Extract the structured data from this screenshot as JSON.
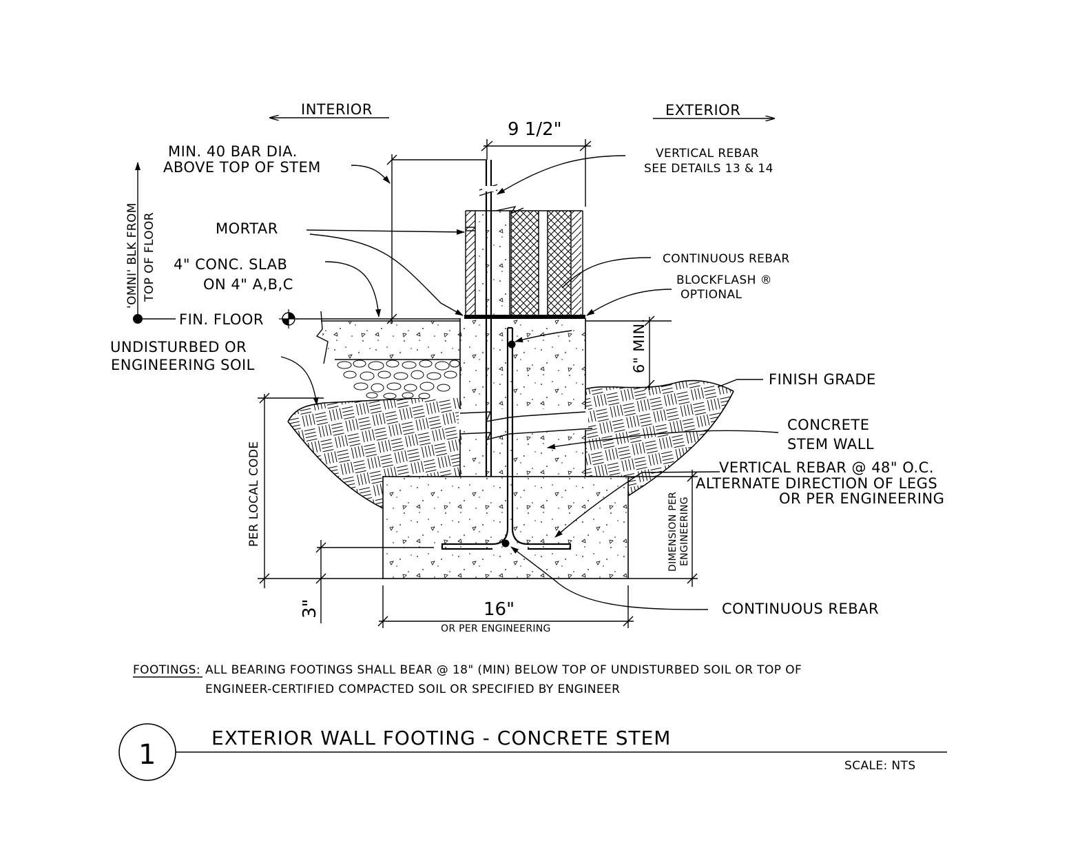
{
  "direction": {
    "interior": "INTERIOR",
    "exterior": "EXTERIOR"
  },
  "dimensions": {
    "stem_width": "9 1/2\"",
    "footing_width": "16\"",
    "footing_width_note": "OR PER ENGINEERING",
    "cover": "3\"",
    "min_depth": "6\" MIN.",
    "per_local_code": "PER LOCAL CODE",
    "dimension_per_engineering": [
      "DIMENSION PER",
      "ENGINEERING"
    ],
    "omni_block": [
      "'OMNI' BLK FROM",
      "TOP OF FLOOR"
    ]
  },
  "labels": {
    "min_bar": [
      "MIN. 40 BAR DIA.",
      "ABOVE TOP OF STEM"
    ],
    "vertical_rebar_top": [
      "VERTICAL REBAR",
      "SEE DETAILS 13 & 14"
    ],
    "mortar": "MORTAR",
    "slab": [
      "4\" CONC. SLAB",
      "ON 4\" A,B,C"
    ],
    "continuous_rebar_top": "CONTINUOUS REBAR",
    "blockflash": [
      "BLOCKFLASH ®",
      "OPTIONAL"
    ],
    "fin_floor": "FIN. FLOOR",
    "soil": [
      "UNDISTURBED OR",
      "ENGINEERING SOIL"
    ],
    "finish_grade": "FINISH GRADE",
    "stem_wall": [
      "CONCRETE",
      "STEM WALL"
    ],
    "vertical_rebar_bottom": [
      "VERTICAL REBAR @ 48\" O.C.",
      "ALTERNATE DIRECTION OF LEGS",
      "OR PER ENGINEERING"
    ],
    "continuous_rebar_bottom": "CONTINUOUS REBAR"
  },
  "notes": {
    "footings_label": "FOOTINGS:",
    "footings_line1": "ALL BEARING FOOTINGS SHALL BEAR @ 18\" (MIN) BELOW TOP OF UNDISTURBED SOIL OR TOP OF",
    "footings_line2": "ENGINEER-CERTIFIED COMPACTED SOIL OR SPECIFIED BY ENGINEER"
  },
  "title_block": {
    "detail_number": "1",
    "title": "EXTERIOR WALL FOOTING - CONCRETE STEM",
    "scale": "SCALE: NTS"
  }
}
